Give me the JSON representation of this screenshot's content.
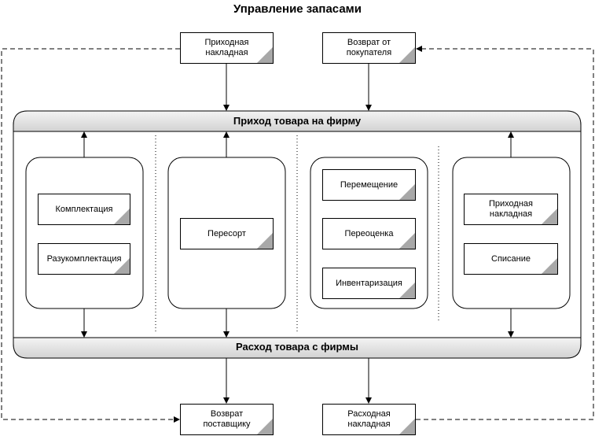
{
  "title": "Управление запасами",
  "top_documents": [
    {
      "label": "Приходная\nнакладная"
    },
    {
      "label": "Возврат от\nпокупателя"
    }
  ],
  "bands": {
    "income": "Приход товара на фирму",
    "outcome": "Расход товара с фирмы"
  },
  "groups": [
    {
      "items": [
        "Комплектация",
        "Разукомплектация"
      ]
    },
    {
      "items": [
        "Пересорт"
      ]
    },
    {
      "items": [
        "Перемещение",
        "Переоценка",
        "Инвентаризация"
      ]
    },
    {
      "items": [
        "Приходная\nнакладная",
        "Списание"
      ]
    }
  ],
  "bottom_documents": [
    {
      "label": "Возврат\nпоставщику"
    },
    {
      "label": "Расходная\nнакладная"
    }
  ],
  "colors": {
    "band_light": "#f4f4f4",
    "band_dark": "#d2d2d2",
    "corner": "#a8a8a8",
    "line": "#000000"
  }
}
